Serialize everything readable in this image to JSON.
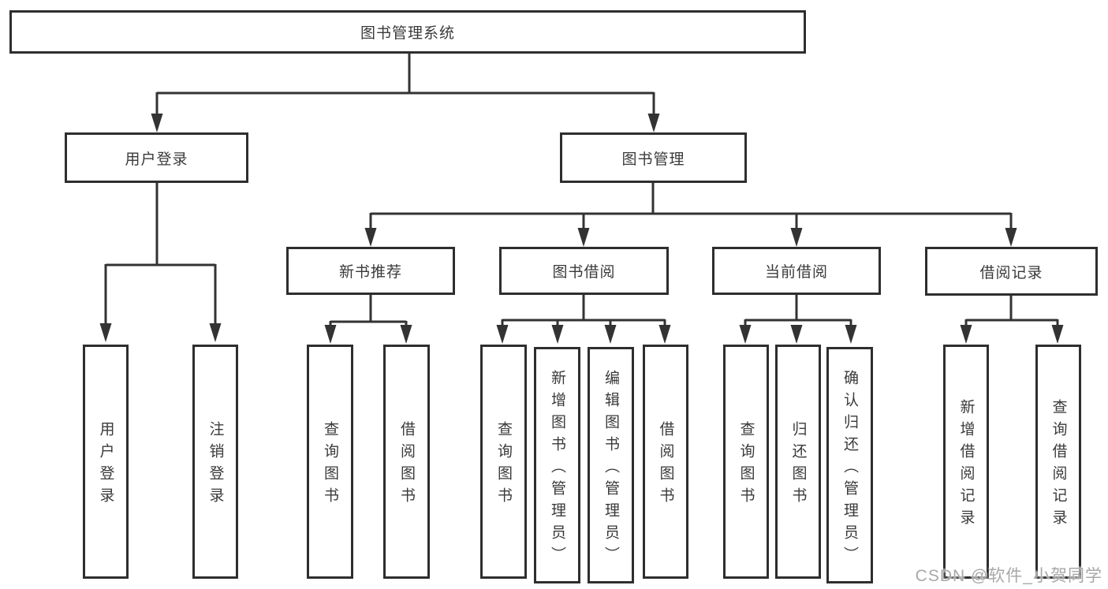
{
  "tree": {
    "label": "图书管理系统",
    "children": [
      {
        "label": "用户登录",
        "children": [
          {
            "label": "用户登录"
          },
          {
            "label": "注销登录"
          }
        ]
      },
      {
        "label": "图书管理",
        "children": [
          {
            "label": "新书推荐",
            "children": [
              {
                "label": "查询图书"
              },
              {
                "label": "借阅图书"
              }
            ]
          },
          {
            "label": "图书借阅",
            "children": [
              {
                "label": "查询图书"
              },
              {
                "label": "新增图书（管理员）"
              },
              {
                "label": "编辑图书（管理员）"
              },
              {
                "label": "借阅图书"
              }
            ]
          },
          {
            "label": "当前借阅",
            "children": [
              {
                "label": "查询图书"
              },
              {
                "label": "归还图书"
              },
              {
                "label": "确认归还（管理员）"
              }
            ]
          },
          {
            "label": "借阅记录",
            "children": [
              {
                "label": "新增借阅记录"
              },
              {
                "label": "查询借阅记录"
              }
            ]
          }
        ]
      }
    ]
  },
  "watermark": {
    "text": "CSDN @软件_小贺同学"
  },
  "colors": {
    "line": "#333333",
    "box_border": "#2e2e2e",
    "text": "#3a3a3a",
    "watermark": "#a8a8a8",
    "background": "#ffffff"
  }
}
